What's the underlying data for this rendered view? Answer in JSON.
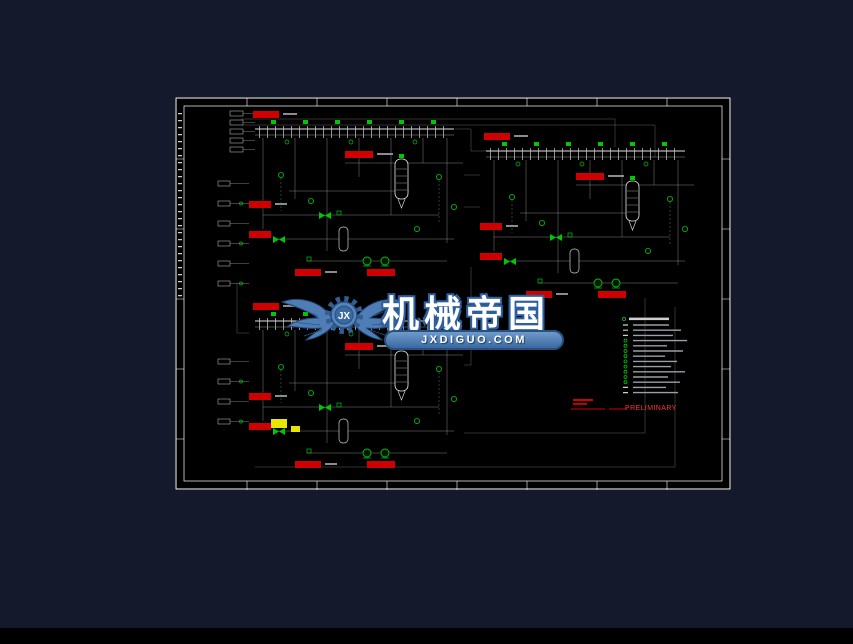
{
  "watermark": {
    "gear_text": "JX",
    "title": "机械帝国",
    "site": "JXDIGUO.COM"
  },
  "stamp": {
    "text": "PRELIMINARY"
  },
  "colors": {
    "canvas_bg": "#141a2b",
    "sheet_bg": "#000000",
    "frame_white": "#ffffff",
    "pipe_gray": "#8f8f8f",
    "equipment_green": "#00c800",
    "tag_red": "#cf0000",
    "highlight_yellow": "#e6e600",
    "watermark_blue": "#4f7db5",
    "stamp_red": "#ff3333"
  }
}
